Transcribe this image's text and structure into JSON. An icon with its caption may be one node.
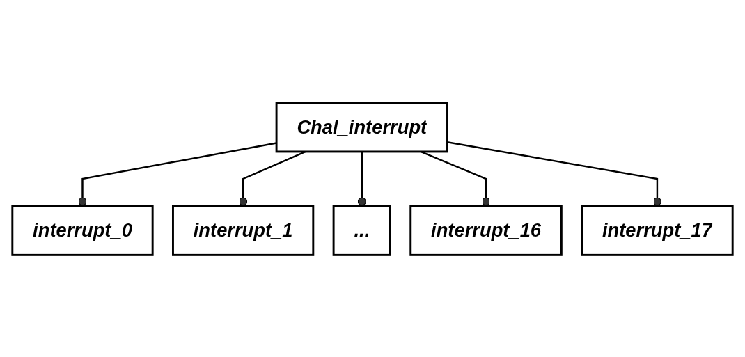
{
  "diagram": {
    "nodes": [
      {
        "text": [
          "Chal_interrupt"
        ]
      },
      {
        "text": [
          "interrupt_0"
        ]
      },
      {
        "text": [
          "interrupt_1"
        ]
      },
      {
        "text": [
          "..."
        ]
      },
      {
        "text": [
          "interrupt_16"
        ]
      },
      {
        "text": [
          "interrupt_17"
        ]
      }
    ],
    "edges": [
      {
        "from": 0,
        "to": 1,
        "arrow": "other"
      },
      {
        "from": 0,
        "to": 2,
        "arrow": "other"
      },
      {
        "from": 0,
        "to": 3,
        "arrow": "other"
      },
      {
        "from": 0,
        "to": 4,
        "arrow": "other"
      },
      {
        "from": 0,
        "to": 5,
        "arrow": "other"
      }
    ]
  }
}
